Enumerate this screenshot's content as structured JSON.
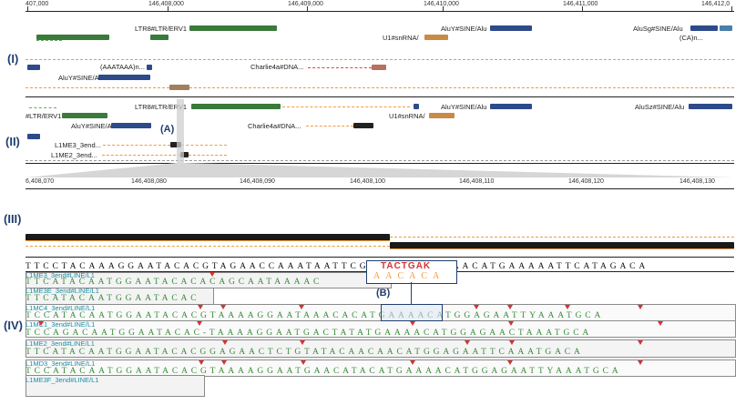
{
  "panels": {
    "p1": "(I)",
    "p2": "(II)",
    "p3": "(III)",
    "p4": "(IV)"
  },
  "annotations": {
    "a": "(A)",
    "b": "(B)"
  },
  "ruler_top": [
    "407,000",
    "146,408,000",
    "146,409,000",
    "146,410,000",
    "146,411,000",
    "146,412,0"
  ],
  "ruler_zoom": [
    "6,408,070",
    "146,408,080",
    "146,408,090",
    "146,408,100",
    "146,408,110",
    "146,408,120",
    "146,408,130"
  ],
  "panel1": {
    "ltr8": "LTR8#LTR/ERV1",
    "aluy_top": "AluY#SINE/Alu",
    "alusg": "AluSg#SINE/Alu",
    "u1": "U1#snRNA/",
    "ca": "(CA)n...",
    "aaataaa": "(AAATAAA)n...",
    "charlie": "Charlie4a#DNA...",
    "aluy_bottom": "AluY#SINE/Alu"
  },
  "panel2": {
    "ltr8_left": "#LTR/ERV1",
    "ltr8": "LTR8#LTR/ERV1",
    "aluy_top": "AluY#SINE/Alu",
    "alusz": "AluSz#SINE/Alu",
    "u1": "U1#snRNA/",
    "aluy_bottom": "AluY#SINE/Alu",
    "charlie": "Charlie4a#DNA...",
    "l1me3": "L1ME3_3end...",
    "l1me2": "L1ME2_3end..."
  },
  "reference": "TTCCTACAAAGGAATACACGTAGAACCAAATAATTCGAAATGGAATAACATGAAAAATTCATAGACA",
  "callout_top": "TACTGAK",
  "callout_bottom": "AACACA",
  "alignments": [
    {
      "name": "L1ME3_3end#LINE/L1",
      "seq": "TTCATACAATGGAATACACACAGCAATAAAAC"
    },
    {
      "name": "L1ME3E_3end#LINE/L1",
      "seq": "TTCATACAATGGAATACAC"
    },
    {
      "name": "L1MC4_3end#LINE/L1",
      "seq": "TCCATACAATGGAATACACGTAAAAGGAATAAACACATGAAAACATGGAGAATTYAAATGCA"
    },
    {
      "name": "L1MC1_3end#LINE/L1",
      "seq": "TCCAGACAATGGAATACAC-TAAAAGGAATGACTATATGAAAACATGGAGAACTAAATGCA"
    },
    {
      "name": "L1ME2_3end#LINE/L1",
      "seq": "TTCATACAATGGAATACACGGAGAACTCTGTATACAACAACATGGAGAATTCAAATGACA"
    },
    {
      "name": "L1MD3_3end#LINE/L1",
      "seq": "TCCATACAATGGAATACACGTAAAAGGAATGAACATACATGAAAACATGGAGAATTYAAATGCA"
    },
    {
      "name": "L1ME3F_3end#LINE/L1",
      "seq": ""
    }
  ],
  "colors": {
    "accent": "#1f3f6f",
    "orange": "#f39a3d",
    "green": "#3a8a3a",
    "blue": "#2d4a8a",
    "red": "#d63333"
  }
}
